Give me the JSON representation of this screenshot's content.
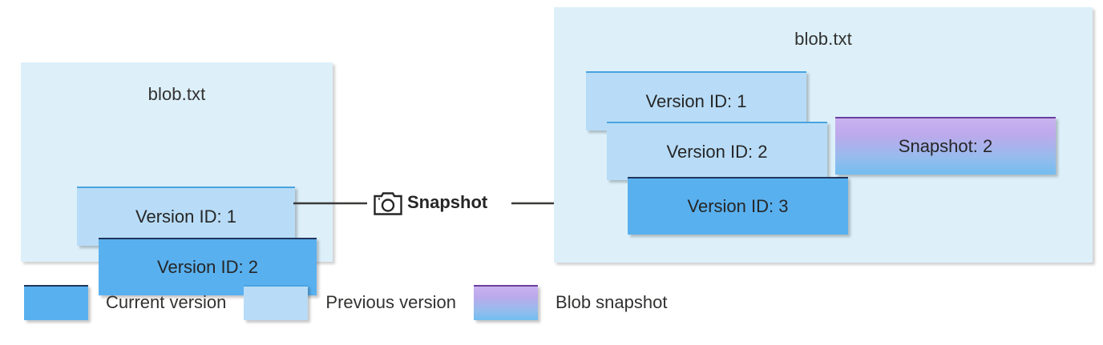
{
  "diagram": {
    "title_before": "blob.txt",
    "title_after": "blob.txt",
    "before": {
      "boxes": [
        {
          "label": "Version ID: 1",
          "kind": "previous"
        },
        {
          "label": "Version ID: 2",
          "kind": "current"
        }
      ]
    },
    "after": {
      "boxes": [
        {
          "label": "Version ID: 1",
          "kind": "previous"
        },
        {
          "label": "Version ID: 2",
          "kind": "previous"
        },
        {
          "label": "Version ID: 3",
          "kind": "current"
        },
        {
          "label": "Snapshot: 2",
          "kind": "snapshot"
        }
      ]
    },
    "connector": {
      "label": "Snapshot",
      "icon": "camera-icon"
    }
  },
  "legend": {
    "items": [
      {
        "label": "Current version",
        "color": "#59b0ef"
      },
      {
        "label": "Previous version",
        "color": "#b8dcf7"
      },
      {
        "label": "Blob snapshot",
        "color": "#c9b2ef"
      }
    ]
  },
  "colors": {
    "container_bg": "#ddf0fa",
    "current_version": "#59b0ef",
    "current_version_border": "#20355c",
    "previous_version": "#b8dcf7",
    "previous_version_border": "#4aa3e0",
    "snapshot_top": "#c9b2ef",
    "snapshot_bottom": "#72bdf0",
    "snapshot_border": "#6b3fa0",
    "arrow": "#3b3a39",
    "text": "#323130"
  }
}
